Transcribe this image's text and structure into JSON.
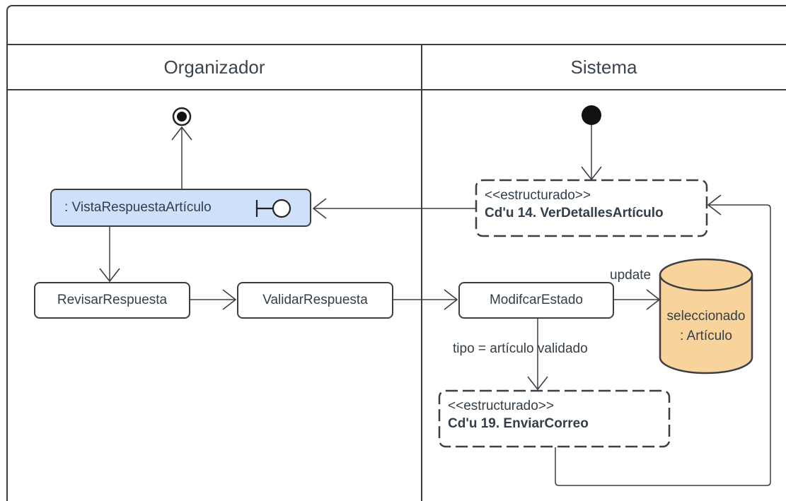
{
  "swimlanes": [
    {
      "title": "Organizador"
    },
    {
      "title": "Sistema"
    }
  ],
  "nodes": {
    "vista": {
      "label": ": VistaRespuestaArtículo",
      "icon": "boundary-icon"
    },
    "revisar": {
      "label": "RevisarRespuesta"
    },
    "validar": {
      "label": "ValidarRespuesta"
    },
    "modificar": {
      "label": "ModifcarEstado"
    },
    "cdu14": {
      "stereotype": "<<estructurado>>",
      "name": "Cd'u 14. VerDetallesArtículo"
    },
    "cdu19": {
      "stereotype": "<<estructurado>>",
      "name": "Cd'u 19. EnviarCorreo"
    },
    "datastore": {
      "line1": "seleccionado",
      "line2": ": Artículo"
    }
  },
  "labels": {
    "update": "update",
    "guard": "tipo = artículo validado"
  },
  "colors": {
    "line": "#3a3f45",
    "ui_fill": "#cfe0fb",
    "datastore_fill": "#f9d39c"
  }
}
